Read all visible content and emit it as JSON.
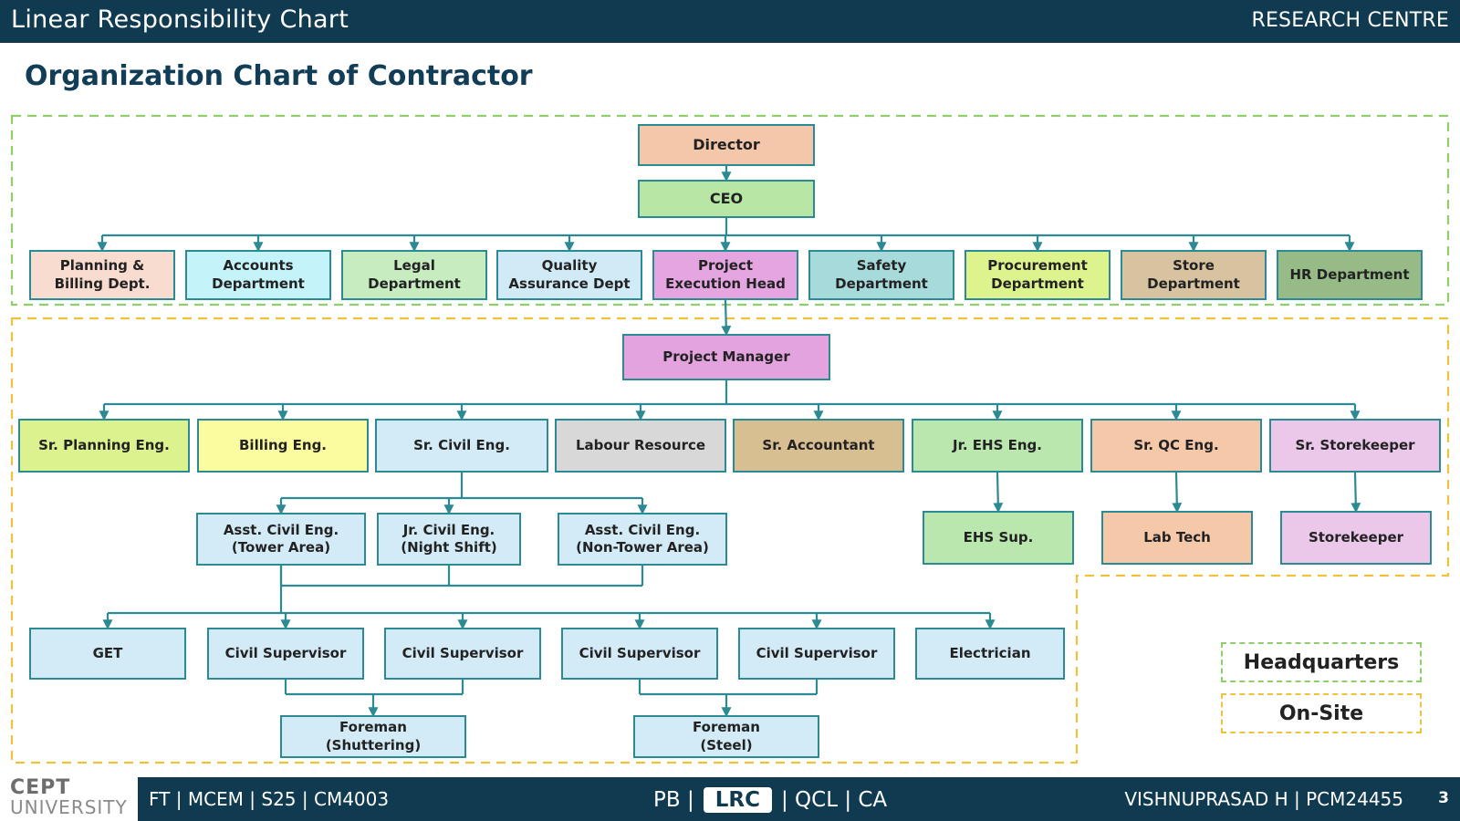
{
  "header": {
    "title": "Linear Responsibility Chart",
    "org": "RESEARCH CENTRE"
  },
  "page_title": "Organization Chart of Contractor",
  "colors": {
    "header_bg": "#103a4f",
    "connector": "#2b8a93",
    "hq_boundary": "#8fcf6a",
    "onsite_boundary": "#f0c23c"
  },
  "chart": {
    "nodes": [
      {
        "id": "director",
        "label": "Director",
        "color": "#f4c6aa"
      },
      {
        "id": "ceo",
        "label": "CEO",
        "color": "#b8e7a5"
      },
      {
        "id": "planning-billing",
        "label": "Planning &\nBilling Dept.",
        "color": "#f8dcd0"
      },
      {
        "id": "accounts",
        "label": "Accounts\nDepartment",
        "color": "#c4f3f9"
      },
      {
        "id": "legal",
        "label": "Legal\nDepartment",
        "color": "#c6ecc0"
      },
      {
        "id": "qa",
        "label": "Quality\nAssurance Dept",
        "color": "#d0eaf6"
      },
      {
        "id": "peh",
        "label": "Project\nExecution Head",
        "color": "#e4a5e0"
      },
      {
        "id": "safety",
        "label": "Safety\nDepartment",
        "color": "#a7dadb"
      },
      {
        "id": "procurement",
        "label": "Procurement\nDepartment",
        "color": "#ddf38e"
      },
      {
        "id": "store",
        "label": "Store\nDepartment",
        "color": "#d8c3a0"
      },
      {
        "id": "hr",
        "label": "HR Department",
        "color": "#96bb86"
      },
      {
        "id": "pm",
        "label": "Project Manager",
        "color": "#e3a3df"
      },
      {
        "id": "sr-planning",
        "label": "Sr. Planning Eng.",
        "color": "#dcf28f"
      },
      {
        "id": "billing",
        "label": "Billing Eng.",
        "color": "#fbfb9f"
      },
      {
        "id": "sr-civil",
        "label": "Sr. Civil Eng.",
        "color": "#d2ebf7"
      },
      {
        "id": "labour",
        "label": "Labour Resource",
        "color": "#d8d8d8"
      },
      {
        "id": "sr-accountant",
        "label": "Sr. Accountant",
        "color": "#d8bf91"
      },
      {
        "id": "jr-ehs",
        "label": "Jr. EHS Eng.",
        "color": "#b9e7ad"
      },
      {
        "id": "sr-qc",
        "label": "Sr. QC Eng.",
        "color": "#f6c8aa"
      },
      {
        "id": "sr-storekeeper",
        "label": "Sr. Storekeeper",
        "color": "#ebc7ea"
      },
      {
        "id": "asst-civil-tower",
        "label": "Asst. Civil Eng.\n(Tower Area)",
        "color": "#d2ebf7"
      },
      {
        "id": "jr-civil-night",
        "label": "Jr. Civil Eng.\n(Night Shift)",
        "color": "#d2ebf7"
      },
      {
        "id": "asst-civil-nontower",
        "label": "Asst. Civil Eng.\n(Non-Tower Area)",
        "color": "#d2ebf7"
      },
      {
        "id": "ehs-sup",
        "label": "EHS Sup.",
        "color": "#b9e7ad"
      },
      {
        "id": "lab-tech",
        "label": "Lab Tech",
        "color": "#f6c8aa"
      },
      {
        "id": "storekeeper",
        "label": "Storekeeper",
        "color": "#ebc7ea"
      },
      {
        "id": "get",
        "label": "GET",
        "color": "#d2ebf7"
      },
      {
        "id": "civil-sup-1",
        "label": "Civil Supervisor",
        "color": "#d2ebf7"
      },
      {
        "id": "civil-sup-2",
        "label": "Civil Supervisor",
        "color": "#d2ebf7"
      },
      {
        "id": "civil-sup-3",
        "label": "Civil Supervisor",
        "color": "#d2ebf7"
      },
      {
        "id": "civil-sup-4",
        "label": "Civil Supervisor",
        "color": "#d2ebf7"
      },
      {
        "id": "electrician",
        "label": "Electrician",
        "color": "#d2ebf7"
      },
      {
        "id": "foreman-shuttering",
        "label": "Foreman\n(Shuttering)",
        "color": "#d2ebf7"
      },
      {
        "id": "foreman-steel",
        "label": "Foreman\n(Steel)",
        "color": "#d2ebf7"
      }
    ],
    "edges": [
      [
        "director",
        "ceo"
      ],
      [
        "ceo",
        "planning-billing"
      ],
      [
        "ceo",
        "accounts"
      ],
      [
        "ceo",
        "legal"
      ],
      [
        "ceo",
        "qa"
      ],
      [
        "ceo",
        "peh"
      ],
      [
        "ceo",
        "safety"
      ],
      [
        "ceo",
        "procurement"
      ],
      [
        "ceo",
        "store"
      ],
      [
        "ceo",
        "hr"
      ],
      [
        "peh",
        "pm"
      ],
      [
        "pm",
        "sr-planning"
      ],
      [
        "pm",
        "billing"
      ],
      [
        "pm",
        "sr-civil"
      ],
      [
        "pm",
        "labour"
      ],
      [
        "pm",
        "sr-accountant"
      ],
      [
        "pm",
        "jr-ehs"
      ],
      [
        "pm",
        "sr-qc"
      ],
      [
        "pm",
        "sr-storekeeper"
      ],
      [
        "sr-civil",
        "asst-civil-tower"
      ],
      [
        "sr-civil",
        "jr-civil-night"
      ],
      [
        "sr-civil",
        "asst-civil-nontower"
      ],
      [
        "jr-ehs",
        "ehs-sup"
      ],
      [
        "sr-qc",
        "lab-tech"
      ],
      [
        "sr-storekeeper",
        "storekeeper"
      ],
      [
        "asst-civil-tower",
        "get"
      ],
      [
        "asst-civil-tower",
        "civil-sup-1"
      ],
      [
        "asst-civil-tower",
        "civil-sup-2"
      ],
      [
        "asst-civil-tower",
        "civil-sup-3"
      ],
      [
        "asst-civil-tower",
        "civil-sup-4"
      ],
      [
        "asst-civil-tower",
        "electrician"
      ],
      [
        "civil-sup-1",
        "foreman-shuttering"
      ],
      [
        "civil-sup-2",
        "foreman-shuttering"
      ],
      [
        "civil-sup-3",
        "foreman-steel"
      ],
      [
        "civil-sup-4",
        "foreman-steel"
      ]
    ]
  },
  "legend": {
    "headquarters": "Headquarters",
    "onsite": "On-Site"
  },
  "footer": {
    "logo_line1": "CEPT",
    "logo_line2": "UNIVERSITY",
    "course": "FT | MCEM | S25 | CM4003",
    "nav_before": "PB |",
    "nav_active": "LRC",
    "nav_after": "| QCL | CA",
    "author": "VISHNUPRASAD H | PCM24455",
    "page": "3"
  }
}
